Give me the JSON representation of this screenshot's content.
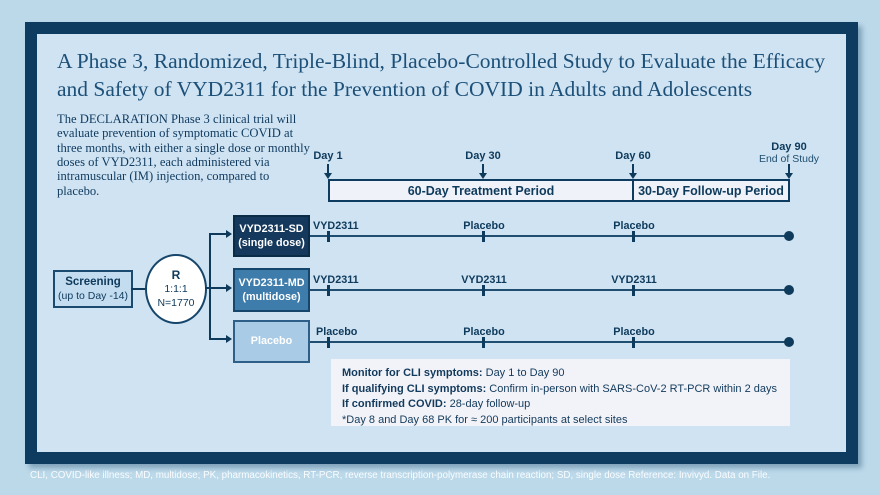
{
  "title": "A Phase 3, Randomized, Triple-Blind, Placebo-Controlled Study to Evaluate the Efficacy and Safety of VYD2311 for the Prevention of COVID in Adults and Adolescents",
  "intro": "The DECLARATION Phase 3 clinical trial will evaluate prevention of symptomatic COVID at three months, with either a single dose or monthly doses of VYD2311, each administered via intramuscular (IM) injection, compared to placebo.",
  "timeline": {
    "milestones": [
      {
        "label": "Day 1"
      },
      {
        "label": "Day 30"
      },
      {
        "label": "Day 60"
      },
      {
        "label": "Day 90",
        "sublabel": "End of Study"
      }
    ],
    "periods": [
      {
        "label": "60-Day Treatment Period"
      },
      {
        "label": "30-Day Follow-up Period"
      }
    ]
  },
  "screening": {
    "title": "Screening",
    "subtitle": "(up to Day -14)"
  },
  "randomization": {
    "letter": "R",
    "ratio": "1:1:1",
    "n": "N=1770"
  },
  "arms": [
    {
      "name": "VYD2311-SD",
      "sub": "(single dose)",
      "color": "#14395d",
      "doses": [
        "VYD2311",
        "Placebo",
        "Placebo"
      ]
    },
    {
      "name": "VYD2311-MD",
      "sub": "(multidose)",
      "color": "#3e7cab",
      "doses": [
        "VYD2311",
        "VYD2311",
        "VYD2311"
      ]
    },
    {
      "name": "Placebo",
      "sub": "",
      "color": "#a9cbe6",
      "doses": [
        "Placebo",
        "Placebo",
        "Placebo"
      ]
    }
  ],
  "monitor": {
    "lines": [
      {
        "bold": "Monitor for CLI symptoms:",
        "rest": " Day 1 to Day 90"
      },
      {
        "bold": "If qualifying CLI symptoms:",
        "rest": " Confirm in-person with SARS-CoV-2 RT-PCR within 2 days"
      },
      {
        "bold": "If confirmed COVID:",
        "rest": " 28-day follow-up"
      },
      {
        "bold": "",
        "rest": "*Day 8 and Day 68 PK for ≈ 200 participants at select sites"
      }
    ]
  },
  "footer": "CLI, COVID-like illness; MD, multidose; PK, pharmacokinetics, RT-PCR, reverse transcription-polymerase chain reaction; SD, single dose  Reference: Invivyd. Data on File.",
  "colors": {
    "background": "#bcd9ea",
    "panel": "#cfe3f2",
    "frame": "#0d3c60",
    "navy_text": "#0e3a5c",
    "title_text": "#1d5078",
    "arm_sd": "#14395d",
    "arm_md": "#3e7cab",
    "arm_placebo": "#a9cbe6",
    "period_bar_fill": "#f0f2f9",
    "monitor_fill": "#f2f3f8"
  }
}
